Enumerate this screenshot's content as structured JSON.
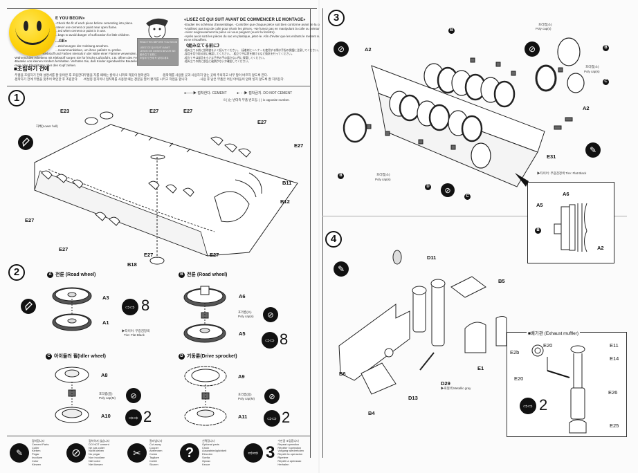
{
  "document": {
    "type": "model kit assembly instructions",
    "left_page": {
      "intro": {
        "english_heading": "E YOU BEGIN»",
        "english_lines": [
          "-Check the fit of each piece before cementing into place.",
          "-Never use cement or paint near open flame.",
          "...ted when cement or paint is in use.",
          "...bags to avoid danger of suffocation for little children."
        ],
        "german_heading": "...GE»",
        "german_lines": [
          "...Zeichnungen der Anleitung ansehen.",
          "...zusammenkleben, um ihren paßsitz zu prüfen.",
          "-Klebstoff und Farben niemals in der Nähe einer Flamme verwenden.",
          "-Während des Arbeitens mit Klebstoff sorgen Sie für frische Luftzufuhr, z.B. öffnen des Fensters, sorgen",
          "-Bauteile von kleinen Kindern fernhalten. Verhüten Sie, daß Kinder irgendwelche Bauteile in den Mund neh-",
          "-men oder Plastiktüten über den Kopf ziehen."
        ],
        "french_heading": "«LISEZ CE QUI SUIT AVANT DE COMMENCER LE MONTAGE»",
        "french_lines": [
          "-Etudier les schémas d'assemblage.  -Contrôler que chaque pièce soit bien conforme avant de la coller à sa place.",
          "-N'utilisez pas trop de colle pour réunir les pièces.  -Ne fumez pas en manipulant la colle ou peinture à proximité d'une flamme.",
          "-Aérer soigneusement la pièce où vous peignez (ouvrir la fenêtre).",
          "-Après avoir sorti les pièces du sac en plastique, jetez-le. Afin d'éviter que les enfants le mettent sur la tête",
          "et ne s'étouffent."
        ],
        "japanese_heading": "《組み立てる前に》",
        "japanese_lines": [
          "-組み立てる前に説明書をよく読んでください。  -接着剤とシンナーを使用する際は手指の保護に注意してください。",
          "-部品を切り取る前に確認してください。  -組立て中は窓を開けるなど換気を行ってください。",
          "-組立て中は部品を小さな子供の手の届かない所に保管してください。",
          "-組み立ての前に部品に破損がないか確認してください。"
        ],
        "korean_heading": "■조립하기 전에",
        "korean_lines": [
          "-부품을 조립하기 전에 설명서를 잘 읽어본 후 조립한다.",
          "-접착하기 전에 부품을 맞추어 확인한 후 조립한다.",
          "-부품을 자를 때에는 칼이나 니퍼로 깨끗이 잘라낸다.",
          "-비닐봉 봉지이나 접착제를 사용할 때는 창문을 열어 환기를 시키고 작업을 합니다.",
          "-접착제를 사용할 곳과 사용하지 않는 곳에 주의하고 너무 많이 바르지 않도록 한다.",
          "-사용 후 남은 부품은 어린 아이들이 입에 넣지 않도록 잘 치워둔다."
        ],
        "cartoon_sign_lines": [
          "READ THIS BEFORE YOU BEGIN",
          "LISEZ CE QUI SUIT AVANT",
          "LESEN SIE DIESES BEVOR SIE",
          "組み立てる前に",
          "조립하기 전에 꼭 읽어주세요"
        ]
      },
      "step1": {
        "number": "1",
        "cement_legend": "접착한다. CEMENT",
        "no_cement_legend": "접착금지. DO NOT CEMENT",
        "opposite_note": "※(  )는 반대측 부품 번호임. (  ) is opposite number.",
        "hull_label": "하체(Lower hull)",
        "labels": [
          "E23",
          "E27",
          "E27",
          "E27",
          "E27",
          "B11",
          "B12",
          "E27",
          "E27",
          "E27",
          "E27",
          "B18"
        ]
      },
      "step2": {
        "number": "2",
        "sub_a": {
          "badge": "A",
          "title": "전륜 (Road wheel)",
          "parts": [
            "A3",
            "A1"
          ],
          "count": "8",
          "paint_note_ko": "▶타이어: 무광검정색",
          "paint_note_en": "Tire: Flat Black"
        },
        "sub_b": {
          "badge": "B",
          "title": "전륜 (Road wheel)",
          "parts": [
            "A6",
            "A5"
          ],
          "polycap_ko": "포리캡(소)",
          "polycap_en": "Poly cap(s)",
          "count": "8"
        },
        "sub_c": {
          "badge": "C",
          "title": "아이들러 휠(Idler wheel)",
          "parts": [
            "A8",
            "A10"
          ],
          "polycap_ko": "포리캡(중)",
          "polycap_en": "Poly cap(M)",
          "count": "2"
        },
        "sub_d": {
          "badge": "D",
          "title": "기동륜(Drive sprocket)",
          "parts": [
            "A9",
            "A11"
          ],
          "polycap_ko": "포리캡(중)",
          "polycap_en": "Poly cap(M)",
          "count": "2"
        }
      },
      "legend": [
        {
          "icon": "cement-icon",
          "lines": [
            "접착합니다",
            "Cement Parts",
            "Coller",
            "Kleben",
            "Pegar",
            "Incollare",
            "Color",
            "Klewen"
          ]
        },
        {
          "icon": "no-cement-icon",
          "lines": [
            "접착하지 않습니다",
            "DO NOT cement",
            "Ne pas coller",
            "Nicht kleben",
            "No pegar",
            "Non incollare",
            "Niet color",
            "Niet klewen"
          ]
        },
        {
          "icon": "cut-icon",
          "lines": [
            "잘라냅니다",
            "Cut away",
            "Couper",
            "Abtrennen",
            "Cortar",
            "Tagliare",
            "Corter",
            "Skuren"
          ]
        },
        {
          "icon": "question-icon",
          "lines": [
            "선택합니다",
            "Optional parts",
            "Choix",
            "Auswahlmöglichkeit",
            "Elección",
            "Scelta",
            "Opcao",
            "Keuze"
          ]
        },
        {
          "icon": "repeat-icon",
          "count": "3",
          "lines": [
            "수만큼 조립합니다",
            "Repeat operation",
            "Répéter l'operation",
            "Vorgang wiederholen",
            "Repetir la operacion",
            "Ripetere",
            "Repetir a operacao",
            "Herhalen"
          ]
        }
      ]
    },
    "right_page": {
      "step3": {
        "number": "3",
        "labels": [
          "A2",
          "A2",
          "E31"
        ],
        "badges": [
          "B",
          "B",
          "C",
          "B",
          "D",
          "C"
        ],
        "polycap_ko": "포리캡(소)",
        "polycap_en": "Poly cap(s)",
        "paint_note": "▶타이어: 무광검정색 Tire: Flat Black",
        "detail_labels": [
          "A6",
          "A5",
          "A2"
        ],
        "detail_badge": "B"
      },
      "step4": {
        "number": "4",
        "labels": [
          "D11",
          "B5",
          "B6",
          "E1",
          "D29",
          "D13",
          "B4"
        ],
        "metallic_note": "▶회철색 Metallic gray",
        "muffler": {
          "title": "■배기관 (Exhaust muffler)",
          "labels": [
            "E2b",
            "E20",
            "E11",
            "E14",
            "E20",
            "E26",
            "E25"
          ],
          "count": "2"
        }
      }
    },
    "overlay": {
      "icon": "smiley-face-icon"
    }
  }
}
